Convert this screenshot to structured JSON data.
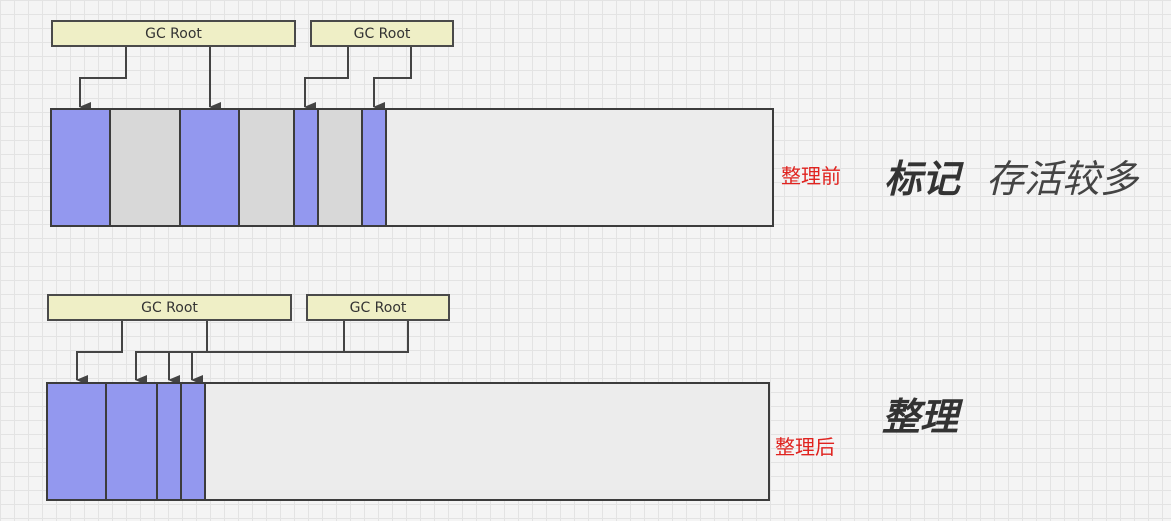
{
  "before": {
    "roots": [
      "GC Root",
      "GC Root"
    ],
    "stage_label": "整理前",
    "title_bold": "标记",
    "title_light": "存活较多",
    "blocks": [
      "live",
      "dead",
      "live",
      "dead",
      "live",
      "dead",
      "live"
    ]
  },
  "after": {
    "roots": [
      "GC Root",
      "GC Root"
    ],
    "stage_label": "整理后",
    "title_bold": "整理",
    "blocks": [
      "live",
      "live",
      "live",
      "live"
    ]
  },
  "colors": {
    "live": "#9398ef",
    "dead": "#d8d8d8",
    "root": "#efefc6",
    "label": "#e0231f"
  }
}
